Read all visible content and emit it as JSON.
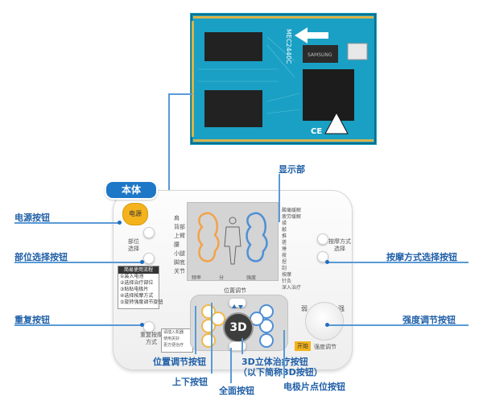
{
  "device": {
    "badge": "本体",
    "power_key": "电源",
    "part_select": "部位\n选择",
    "body_parts": [
      "肩",
      "背部",
      "上臂",
      "腰",
      "小腿",
      "脚底",
      "关节"
    ],
    "modes": [
      "酸痛缓解",
      "疲劳缓解",
      "揉",
      "敲",
      "推",
      "搓",
      "捶",
      "按",
      "捏",
      "刮",
      "按摩",
      "针灸",
      "深入治疗"
    ],
    "massage_mode_select": "按摩方式\n选择",
    "screen_bottom": [
      "频率",
      "分",
      "强度"
    ],
    "procedure": {
      "title": "简易使用流程",
      "steps": [
        "①装入电池",
        "②选择治疗部位",
        "③贴贴电极片",
        "④选择按摩方式",
        "⑤旋转强度调节旋钮"
      ]
    },
    "repeat_key": "重复按摩\n方式",
    "note_lines": [
      "请插入机器",
      "使用关好",
      "更方便治疗"
    ],
    "position_adjust": "位置调节",
    "btn_3d": "3D",
    "weak": "弱",
    "strong": "强",
    "start": "开始",
    "intensity_adjust": "强度调节"
  },
  "pcb": {
    "model": "MEC2440C",
    "chip_brand": "SAMSUNG",
    "ce": "CE"
  },
  "callouts": {
    "display": "显示部",
    "power": "电源按钮",
    "part_select": "部位选择按钮",
    "massage_mode": "按摩方式选择按钮",
    "repeat": "重复按钮",
    "intensity": "强度调节按钮",
    "position": "位置调节按钮",
    "up_down": "上下按钮",
    "three_d_1": "3D立体治疗按钮",
    "three_d_2": "（以下简称3D按钮）",
    "all": "全面按钮",
    "electrode": "电极片点位按钮"
  }
}
